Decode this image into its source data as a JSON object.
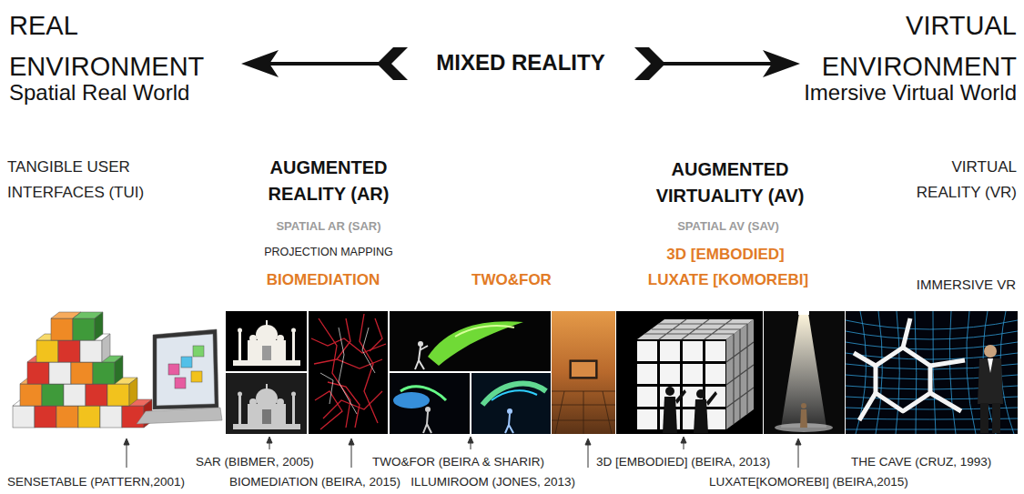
{
  "diagram": {
    "labels": [
      "REAL ENVIRONMENT",
      "Spatial Real World",
      "MIXED REALITY",
      "VIRTUAL ENVIRONMENT",
      "Imersive Virtual World",
      "TANGIBLE USER INTERFACES (TUI)",
      "AUGMENTED REALITY (AR)",
      "SPATIAL AR (SAR)",
      "PROJECTION MAPPING",
      "BIOMEDIATION",
      "TWO&FOR",
      "AUGMENTED VIRTUALITY (AV)",
      "SPATIAL AV (SAV)",
      "3D [EMBODIED]",
      "LUXATE [KOMOREBI]",
      "VIRTUAL REALITY (VR)",
      "IMMERSIVE VR",
      "SAR (BIBMER, 2005)",
      "TWO&FOR (BEIRA & SHARIR)",
      "3D [EMBODIED] (BEIRA, 2013)",
      "THE CAVE (CRUZ, 1993)",
      "SENSETABLE (PATTERN,2001)",
      "BIOMEDIATION (BEIRA, 2015)",
      "ILLUMIROOM (JONES, 2013)",
      "LUXATE[KOMOREBI] (BEIRA,2015)"
    ]
  }
}
